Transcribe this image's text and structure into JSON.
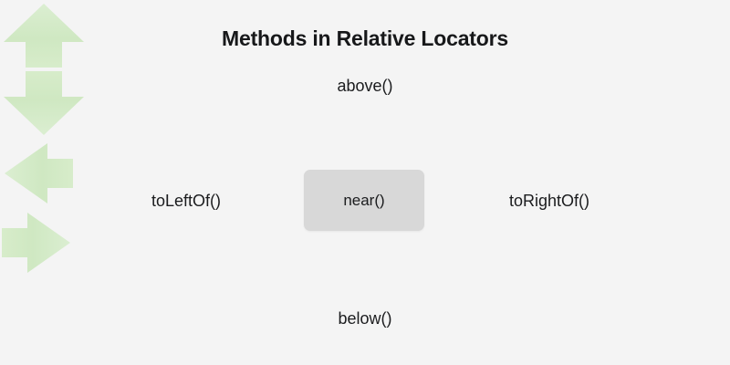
{
  "page": {
    "title": "Methods in Relative Locators",
    "background_color": "#f4f4f4"
  },
  "diagram": {
    "type": "radial-relationship",
    "center": {
      "label": "near()",
      "shape": "rounded-rectangle",
      "fill_color": "#d8d8d8",
      "text_color": "#1b1c1e"
    },
    "arrow_color": "#cfe8c2",
    "arrow_color_light": "#e2f1da",
    "branches": [
      {
        "direction": "up",
        "label": "above()",
        "icon": "arrow-up-icon",
        "label_position": "top"
      },
      {
        "direction": "right",
        "label": "toRightOf()",
        "icon": "arrow-right-icon",
        "label_position": "right"
      },
      {
        "direction": "down",
        "label": "below()",
        "icon": "arrow-down-icon",
        "label_position": "bottom"
      },
      {
        "direction": "left",
        "label": "toLeftOf()",
        "icon": "arrow-left-icon",
        "label_position": "left"
      }
    ]
  }
}
